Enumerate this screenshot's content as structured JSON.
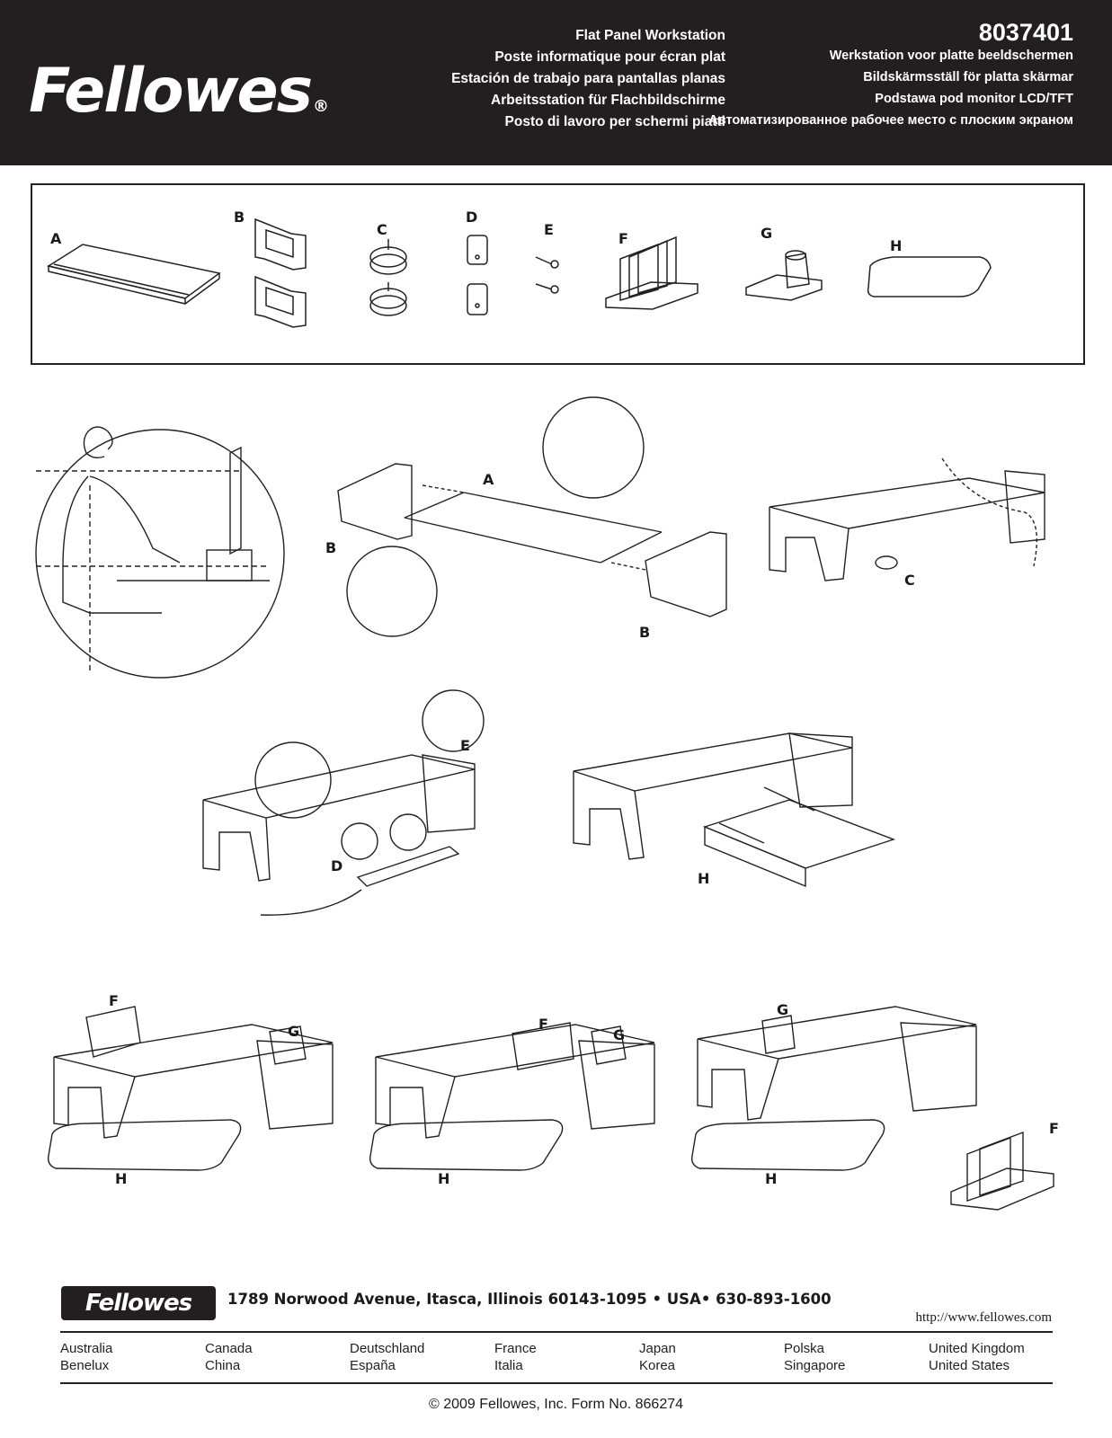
{
  "header": {
    "brand": "Fellowes",
    "registered": "®",
    "model_number": "8037401",
    "titles_left": [
      "Flat Panel Workstation",
      "Poste informatique pour écran plat",
      "Estación de trabajo para pantallas planas",
      "Arbeitsstation für Flachbildschirme",
      "Posto di lavoro per schermi piatti"
    ],
    "titles_right": [
      "Werkstation voor platte beeldschermen",
      "Bildskärmsställ för platta skärmar",
      "Podstawa pod monitor LCD/TFT",
      "Автоматизированное рабочее место с плоским экраном"
    ]
  },
  "parts": [
    {
      "letter": "A"
    },
    {
      "letter": "B"
    },
    {
      "letter": "C"
    },
    {
      "letter": "D"
    },
    {
      "letter": "E"
    },
    {
      "letter": "F"
    },
    {
      "letter": "G"
    },
    {
      "letter": "H"
    }
  ],
  "figure_labels": {
    "step1_a": "A",
    "step1_b1": "B",
    "step1_b2": "B",
    "step2_c": "C",
    "step3_e": "E",
    "step3_d": "D",
    "step4_h": "H",
    "cfg1_f": "F",
    "cfg1_g": "G",
    "cfg1_h": "H",
    "cfg2_f": "F",
    "cfg2_g": "G",
    "cfg2_h": "H",
    "cfg3_g": "G",
    "cfg3_f": "F",
    "cfg3_h": "H"
  },
  "footer": {
    "brand": "Fellowes",
    "address": "1789 Norwood Avenue, Itasca, Illinois 60143-1095 • USA• 630-893-1600",
    "url": "http://www.fellowes.com",
    "countries": [
      [
        "Australia",
        "Benelux"
      ],
      [
        "Canada",
        "China"
      ],
      [
        "Deutschland",
        "España"
      ],
      [
        "France",
        "Italia"
      ],
      [
        "Japan",
        "Korea"
      ],
      [
        "Polska",
        "Singapore"
      ],
      [
        "United Kingdom",
        "United States"
      ]
    ],
    "copyright": "© 2009 Fellowes, Inc.    Form No. 866274"
  }
}
